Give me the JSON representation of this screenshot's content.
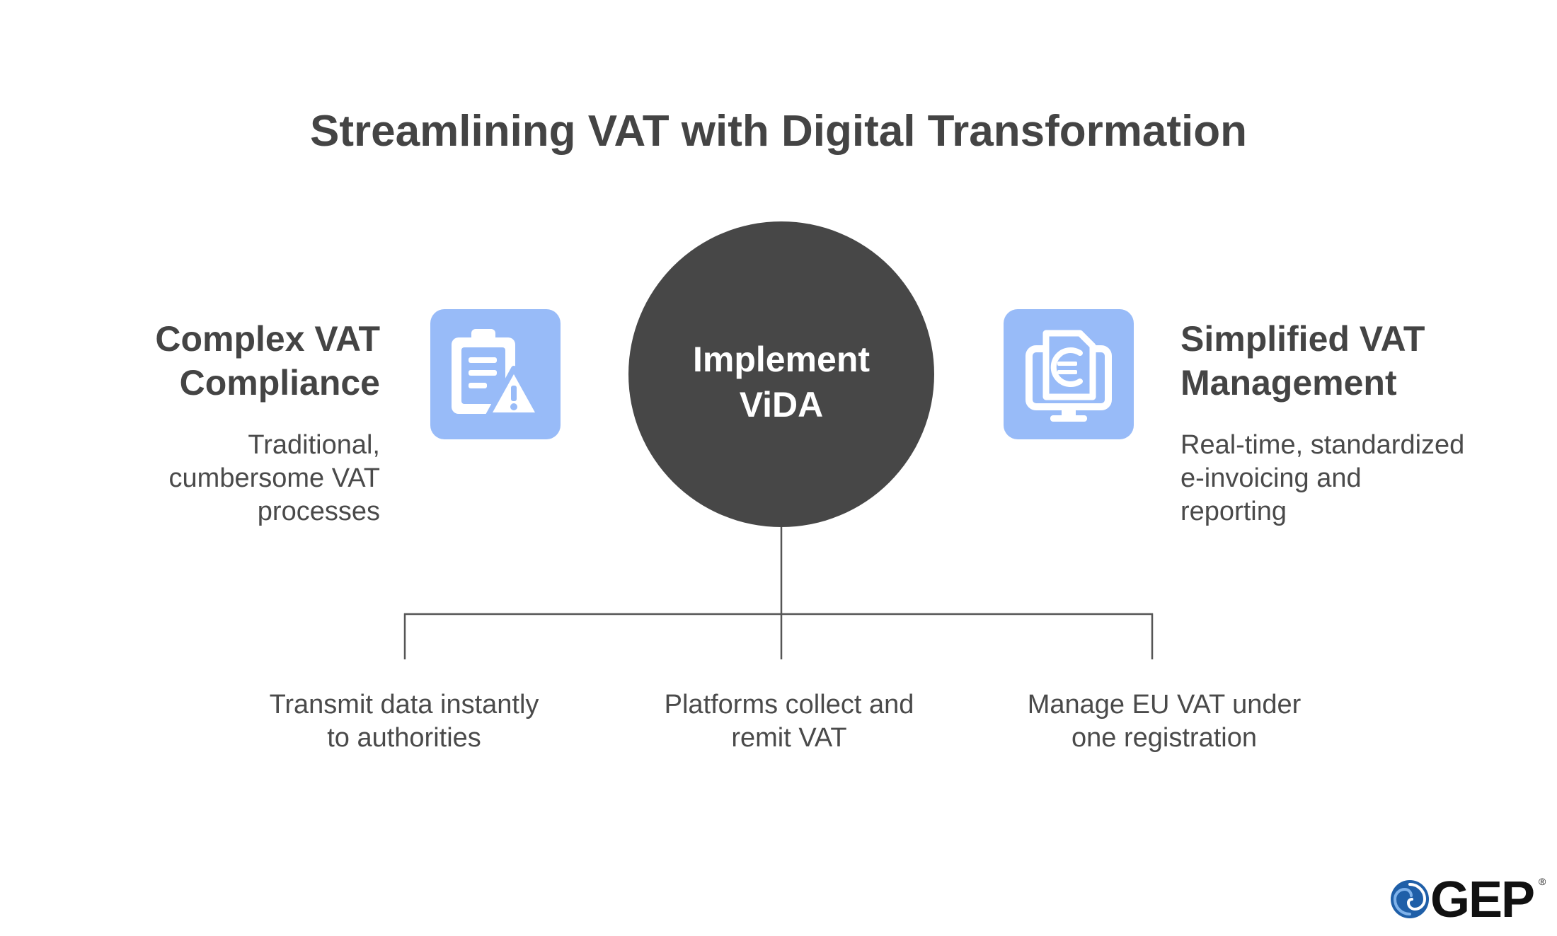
{
  "title": "Streamlining VAT with Digital Transformation",
  "left": {
    "heading_lines": [
      "Complex VAT",
      "Compliance"
    ],
    "description_lines": [
      "Traditional,",
      "cumbersome VAT",
      "processes"
    ],
    "icon": "clipboard-warning-icon"
  },
  "center": {
    "label_lines": [
      "Implement",
      "ViDA"
    ]
  },
  "right": {
    "heading_lines": [
      "Simplified VAT",
      "Management"
    ],
    "description_lines": [
      "Real-time, standardized",
      "e-invoicing and",
      "reporting"
    ],
    "icon": "euro-monitor-icon"
  },
  "outcomes": [
    {
      "lines": [
        "Transmit data instantly",
        "to authorities"
      ]
    },
    {
      "lines": [
        "Platforms collect and",
        "remit VAT"
      ]
    },
    {
      "lines": [
        "Manage EU VAT under",
        "one registration"
      ]
    }
  ],
  "logo": {
    "text": "GEP",
    "registered": "®",
    "icon": "swirl-logo-icon"
  },
  "colors": {
    "heading": "#444444",
    "icon_box": "#98bbf8",
    "circle": "#474747",
    "connector": "#555555",
    "logo_blue": "#1f5fa8"
  }
}
